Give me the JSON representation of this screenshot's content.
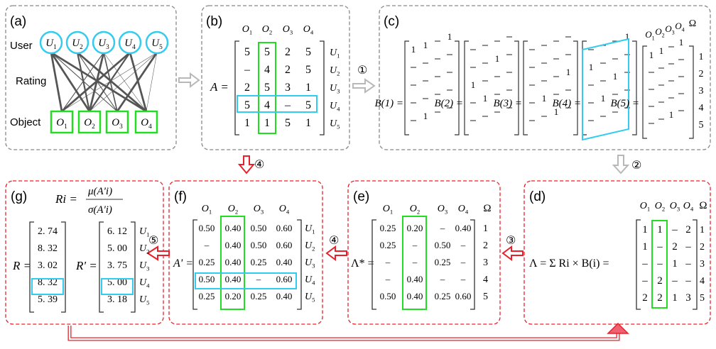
{
  "panels": {
    "a": {
      "label": "(a)",
      "row_labels": [
        "User",
        "Rating",
        "Object"
      ],
      "users": [
        "U1",
        "U2",
        "U3",
        "U4",
        "U5"
      ],
      "objects": [
        "O1",
        "O2",
        "O3",
        "O4"
      ]
    },
    "b": {
      "label": "(b)",
      "matrix_name": "A =",
      "col_headers": [
        "O1",
        "O2",
        "O3",
        "O4"
      ],
      "row_headers": [
        "U1",
        "U2",
        "U3",
        "U4",
        "U5"
      ],
      "rows": [
        [
          "5",
          "5",
          "2",
          "5"
        ],
        [
          "–",
          "4",
          "2",
          "5"
        ],
        [
          "2",
          "5",
          "3",
          "1"
        ],
        [
          "5",
          "4",
          "–",
          "5"
        ],
        [
          "1",
          "1",
          "5",
          "1"
        ]
      ]
    },
    "c": {
      "label": "(c)",
      "matrix_names": [
        "B(1) =",
        "B(2) =",
        "B(3) =",
        "B(4) =",
        "B(5) ="
      ],
      "col_headers": [
        "O1",
        "O2",
        "O3",
        "O4",
        "Ω"
      ],
      "omega_values": [
        "1",
        "2",
        "3",
        "4",
        "5"
      ],
      "rows": [
        [
          "1",
          "1",
          "–",
          "1"
        ],
        [
          "–",
          "–",
          "–",
          "–"
        ],
        [
          "–",
          "–",
          "–",
          "–"
        ],
        [
          "–",
          "–",
          "–",
          "–"
        ],
        [
          "–",
          "–",
          "1",
          "–"
        ]
      ]
    },
    "d": {
      "label": "(d)",
      "formula": "Λ = Σ Ri × B(i) =",
      "col_headers": [
        "O1",
        "O2",
        "O3",
        "O4",
        "Ω"
      ],
      "row_headers": [
        "1",
        "2",
        "3",
        "4",
        "5"
      ],
      "rows": [
        [
          "1",
          "1",
          "–",
          "2"
        ],
        [
          "1",
          "–",
          "2",
          "–"
        ],
        [
          "–",
          "–",
          "1",
          "–"
        ],
        [
          "–",
          "2",
          "–",
          "–"
        ],
        [
          "2",
          "2",
          "1",
          "3"
        ]
      ]
    },
    "e": {
      "label": "(e)",
      "matrix_name": "Λ* =",
      "col_headers": [
        "O1",
        "O2",
        "O3",
        "O4",
        "Ω"
      ],
      "row_headers": [
        "1",
        "2",
        "3",
        "4",
        "5"
      ],
      "rows": [
        [
          "0.25",
          "0.20",
          "–",
          "0.40"
        ],
        [
          "0.25",
          "–",
          "0.50",
          "–"
        ],
        [
          "–",
          "–",
          "0.25",
          "–"
        ],
        [
          "–",
          "0.40",
          "–",
          "–"
        ],
        [
          "0.50",
          "0.40",
          "0.25",
          "0.60"
        ]
      ]
    },
    "f": {
      "label": "(f)",
      "matrix_name": "A' =",
      "col_headers": [
        "O1",
        "O2",
        "O3",
        "O4"
      ],
      "row_headers": [
        "U1",
        "U2",
        "U3",
        "U4",
        "U5"
      ],
      "rows": [
        [
          "0.50",
          "0.40",
          "0.50",
          "0.60"
        ],
        [
          "–",
          "0.40",
          "0.50",
          "0.60"
        ],
        [
          "0.25",
          "0.40",
          "0.25",
          "0.40"
        ],
        [
          "0.50",
          "0.40",
          "–",
          "0.60"
        ],
        [
          "0.25",
          "0.20",
          "0.25",
          "0.40"
        ]
      ]
    },
    "g": {
      "label": "(g)",
      "formula_lhs": "Ri =",
      "formula_num": "μ(A'i)",
      "formula_den": "σ(A'i)",
      "r_name": "R =",
      "r_values": [
        "2. 74",
        "8. 32",
        "3. 02",
        "8. 32",
        "5. 39"
      ],
      "rp_name": "R' =",
      "rp_values": [
        "6. 12",
        "5. 00",
        "3. 75",
        "5. 00",
        "3. 18"
      ],
      "row_headers": [
        "U1",
        "U2",
        "U3",
        "U4",
        "U5"
      ]
    }
  },
  "steps": [
    "①",
    "②",
    "③",
    "④",
    "④",
    "⑤"
  ],
  "colors": {
    "highlight_green": "#22dd22",
    "highlight_cyan": "#33ccee",
    "arrow_red": "#e8202a",
    "arrow_gray": "#b8b8b8",
    "gray_border": "#888888"
  }
}
